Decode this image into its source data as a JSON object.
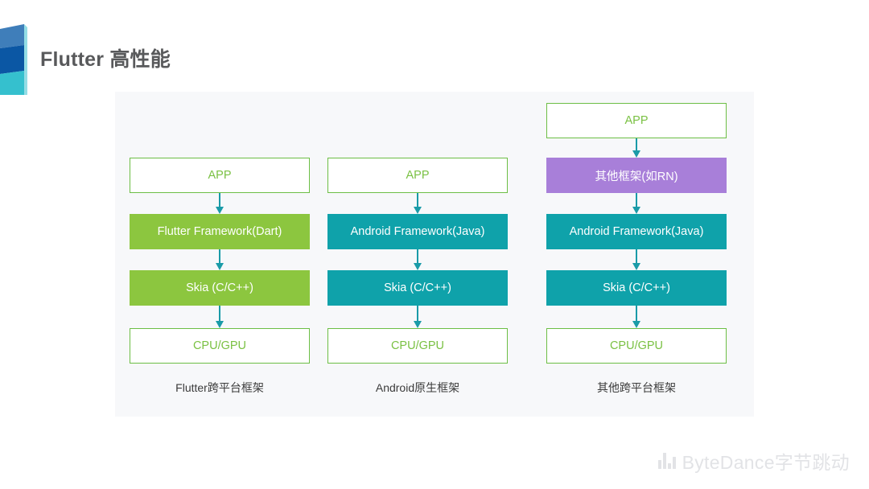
{
  "slide": {
    "title": "Flutter 高性能",
    "title_color": "#58595b",
    "background": "#ffffff",
    "panel_background": "#f7f8fa"
  },
  "logo": {
    "name": "flutter-layered-logo",
    "colors": {
      "top": "#3f7eba",
      "middle": "#0b57a4",
      "bottom": "#35c0ce"
    }
  },
  "palette": {
    "outline_border": "#6cbe45",
    "outline_text": "#7ac143",
    "green_fill": "#8cc63f",
    "teal_fill": "#0fa2aa",
    "purple_fill": "#a87fd9",
    "arrow": "#1a9ba8"
  },
  "diagram": {
    "columns": [
      {
        "id": "flutter",
        "caption": "Flutter跨平台框架",
        "has_top_node": false,
        "nodes": [
          {
            "label": "APP",
            "style": "outline"
          },
          {
            "label": "Flutter Framework(Dart)",
            "style": "green"
          },
          {
            "label": "Skia (C/C++)",
            "style": "green"
          },
          {
            "label": "CPU/GPU",
            "style": "outline"
          }
        ]
      },
      {
        "id": "android-native",
        "caption": "Android原生框架",
        "has_top_node": false,
        "nodes": [
          {
            "label": "APP",
            "style": "outline"
          },
          {
            "label": "Android Framework(Java)",
            "style": "teal"
          },
          {
            "label": "Skia (C/C++)",
            "style": "teal"
          },
          {
            "label": "CPU/GPU",
            "style": "outline"
          }
        ]
      },
      {
        "id": "other-cross-platform",
        "caption": "其他跨平台框架",
        "has_top_node": true,
        "top_node": {
          "label": "APP",
          "style": "outline"
        },
        "nodes": [
          {
            "label": "其他框架(如RN)",
            "style": "purple"
          },
          {
            "label": "Android Framework(Java)",
            "style": "teal"
          },
          {
            "label": "Skia (C/C++)",
            "style": "teal"
          },
          {
            "label": "CPU/GPU",
            "style": "outline"
          }
        ]
      }
    ]
  },
  "footer": {
    "brand": "ByteDance字节跳动",
    "icon": "bar-chart-icon",
    "color": "#e2e3e6"
  }
}
